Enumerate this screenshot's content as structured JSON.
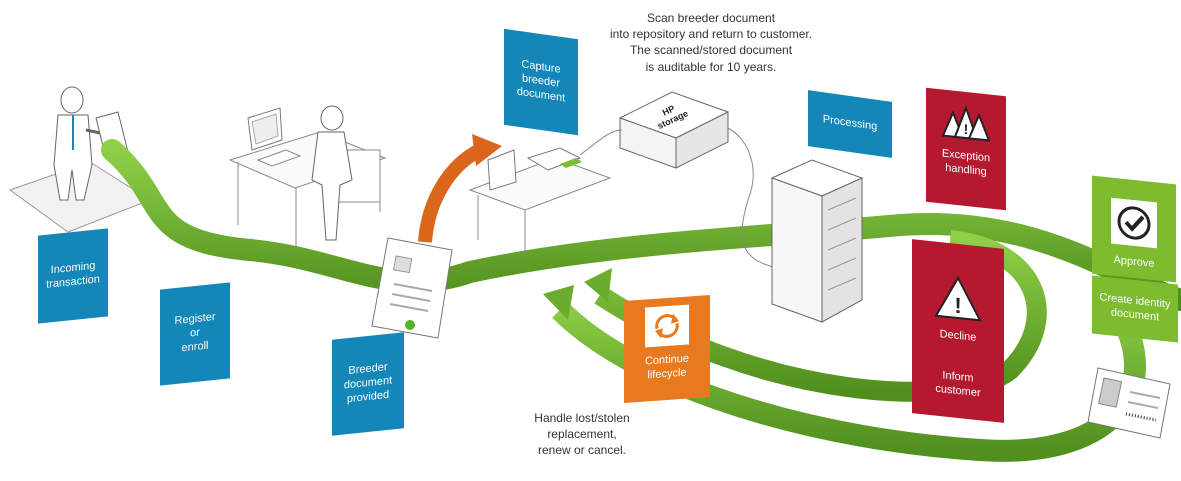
{
  "caption_top": {
    "lines": [
      "Scan breeder document",
      "into repository and return to customer.",
      "The scanned/stored document",
      "is auditable for 10 years."
    ]
  },
  "caption_bottom": {
    "lines": [
      "Handle lost/stolen",
      "replacement,",
      "renew or cancel."
    ]
  },
  "storage_label": {
    "line1": "HP",
    "line2": "storage"
  },
  "labels": {
    "incoming": {
      "line1": "Incoming",
      "line2": "transaction"
    },
    "register": {
      "line1": "Register",
      "line2": "or",
      "line3": "enroll"
    },
    "breeder": {
      "line1": "Breeder",
      "line2": "document",
      "line3": "provided"
    },
    "capture": {
      "line1": "Capture",
      "line2": "breeder",
      "line3": "document"
    },
    "processing": "Processing",
    "exception": {
      "line1": "Exception",
      "line2": "handling"
    },
    "decline": "Decline",
    "inform": {
      "line1": "Inform",
      "line2": "customer"
    },
    "approve": "Approve",
    "create_identity": {
      "line1": "Create identity",
      "line2": "document"
    },
    "continue": {
      "line1": "Continue",
      "line2": "lifecycle"
    }
  },
  "colors": {
    "blue_label": "#1487b8",
    "red_label": "#b5192f",
    "orange_label": "#e8791e",
    "green_label": "#7cbc2e",
    "green_path": "#6aad2c",
    "orange_arrow": "#d9661b"
  },
  "icons": [
    "warning-triangle-icon",
    "checkmark-icon",
    "refresh-cycle-icon",
    "document-icon",
    "id-card-icon",
    "server-rack-icon",
    "storage-box-icon",
    "computer-icon",
    "person-icon"
  ]
}
